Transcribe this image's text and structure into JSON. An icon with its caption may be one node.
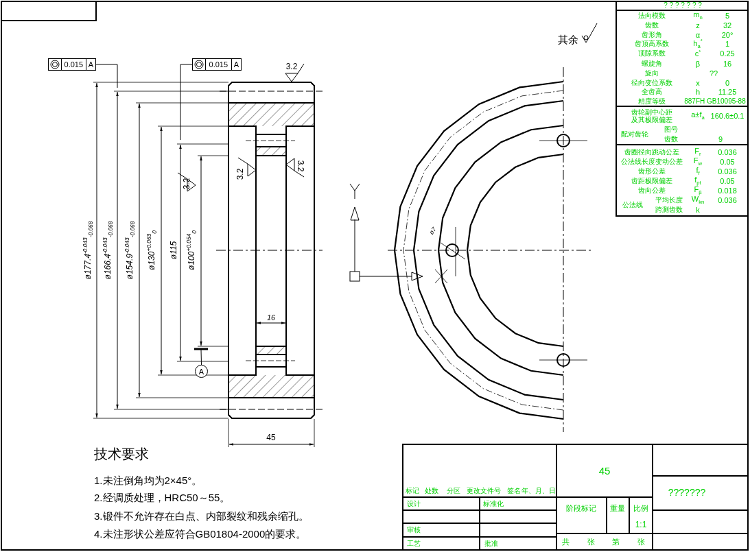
{
  "diagram": {
    "nodes": [
      {
        "text": [
          "0.015",
          "A"
        ]
      },
      {
        "text": [
          "0.015",
          "A"
        ]
      },
      {
        "text": [
          "A"
        ]
      }
    ],
    "edges": [
      {
        "from": 0,
        "to": null,
        "arrow": "none"
      },
      {
        "from": 1,
        "to": null,
        "arrow": "none"
      },
      {
        "from": 2,
        "to": null,
        "arrow": "none"
      }
    ],
    "labels": [
      "其余",
      "3.2",
      "ø177.4$^{-0.043}$$_{-0.068}$",
      "ø166.4$^{-0.043}$$_{-0.068}$",
      "ø154.9$^{-0.043}$$_{-0.068}$",
      "ø130$^{+0.063}$$_{0}$",
      "3.2",
      "ø115",
      "ø100$^{+0.054}$$_{0}$",
      "3.2",
      "3.2",
      "16",
      "45",
      "ø7",
      "? ? ? ? ? ? ?",
      "法向模数",
      "m$_{n}$",
      "5",
      "齿数",
      "z",
      "32",
      "齿形角",
      "α",
      "20°",
      "齿顶高系数",
      "h$_{a}$$^{*}$",
      "1",
      "顶隙系数",
      "c$^{*}$",
      "0.25",
      "螺旋角",
      "β",
      "16",
      "旋向",
      "??",
      "径向变位系数",
      "x",
      "0",
      "全齿高",
      "h",
      "11.25",
      "精度等级",
      "887FH GB10095-88",
      "齿轮副中心距及其极限偏差",
      "a±f$_{a}$",
      "160.6±0.1",
      "配对齿轮",
      "图号",
      "齿数",
      "9",
      "齿圈径向跳动公差",
      "F$_{r}$",
      "0.036",
      "公法线长度变动公差",
      "F$_{w}$",
      "0.05",
      "齿形公差",
      "f$_{f}$",
      "0.036",
      "齿距极限偏差",
      "f$_{pt}$",
      "0.05",
      "齿向公差",
      "F$_{β}$",
      "0.018",
      "公法线",
      "平均长度",
      "W$_{kn}$",
      "0.036",
      "跨测齿数",
      "k",
      "技术要求",
      "1.未注倒角均为2×45°。",
      "2.经调质处理，HRC50～55。",
      "3.锻件不允许存在白点、内部裂纹和残余缩孔。",
      "4.未注形状公差应符合GB01804-2000的要求。",
      "标记",
      "处数",
      "分区",
      "更改文件号",
      "签名",
      "年、月、日",
      "设计",
      "标准化",
      "审核",
      "工艺",
      "批准",
      "45",
      "阶段标记",
      "重量",
      "比例",
      "1:1",
      "共",
      "张",
      "第",
      "张",
      "???????"
    ]
  }
}
